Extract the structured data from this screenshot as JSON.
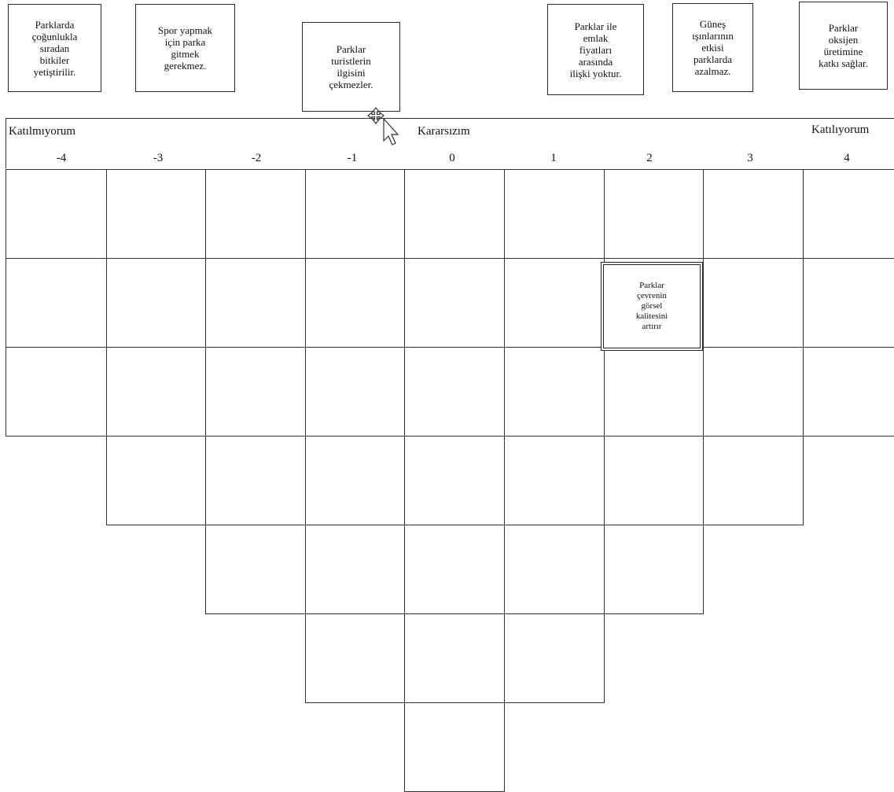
{
  "cards": [
    {
      "id": "c1",
      "text": "Parklarda\nçoğunlukla\nsıradan\nbitkiler\nyetiştirilir."
    },
    {
      "id": "c2",
      "text": "Spor yapmak\niçin parka\ngitmek\ngerekmez."
    },
    {
      "id": "c3",
      "text": "Parklar\nturistlerin\nilgisini\nçekmezler."
    },
    {
      "id": "c4",
      "text": "Parklar ile\nemlak\nfiyatları\narasında\nilişki  yoktur."
    },
    {
      "id": "c5",
      "text": "Güneş\nışınlarının\netkisi\nparklarda\nazalmaz."
    },
    {
      "id": "c6",
      "text": "Parklar\noksijen\nüretimine\nkatkı sağlar."
    }
  ],
  "scale": {
    "left_label": "Katılmıyorum",
    "center_label": "Kararsızım",
    "right_label": "Katılıyorum",
    "columns": [
      "-4",
      "-3",
      "-2",
      "-1",
      "0",
      "1",
      "2",
      "3",
      "4"
    ],
    "column_capacity": [
      3,
      4,
      5,
      6,
      7,
      6,
      5,
      4,
      3
    ]
  },
  "placed_card": {
    "column": "2",
    "row": 2,
    "text": "Parklar\nçevrenin\ngörsel\nkalitesini\nartırır"
  },
  "cursor": {
    "icon": "move-drag-cursor-icon"
  }
}
